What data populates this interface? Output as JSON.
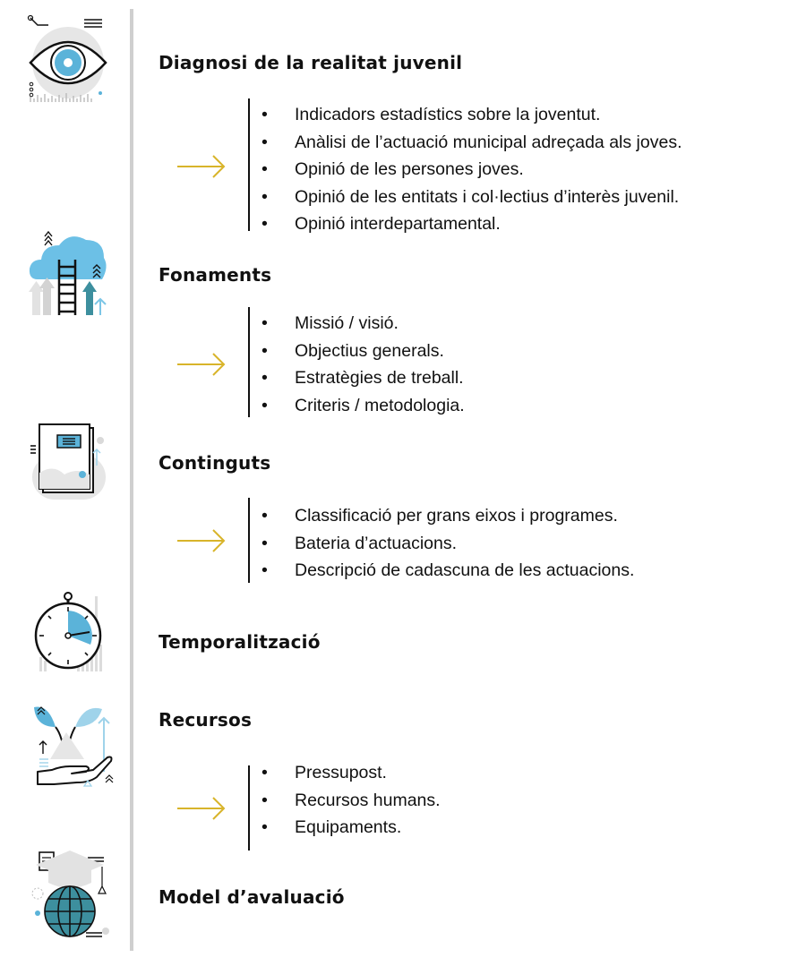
{
  "sections": [
    {
      "title": "Diagnosi de la realitat juvenil",
      "items": [
        "Indicadors estadístics sobre la joventut.",
        "Anàlisi de l’actuació municipal adreçada als joves.",
        "Opinió de les persones joves.",
        "Opinió de les entitats i col·lectius d’interès juvenil.",
        "Opinió interdepartamental."
      ]
    },
    {
      "title": "Fonaments",
      "items": [
        "Missió / visió.",
        "Objectius generals.",
        "Estratègies de treball.",
        "Criteris / metodologia."
      ]
    },
    {
      "title": "Continguts",
      "items": [
        "Classificació per grans eixos i programes.",
        "Bateria d’actuacions.",
        "Descripció de cadascuna de les actuacions."
      ]
    },
    {
      "title": "Temporalització",
      "items": []
    },
    {
      "title": "Recursos",
      "items": [
        "Pressupost.",
        "Recursos humans.",
        "Equipaments."
      ]
    },
    {
      "title": "Model d’avaluació",
      "items": []
    }
  ],
  "colors": {
    "accent_blue": "#5bb3d9",
    "arrow_gold": "#d8b42a",
    "divider": "#cfcfcf"
  },
  "icons": [
    "eye-icon",
    "cloud-ladder-icon",
    "book-icon",
    "stopwatch-icon",
    "hand-plant-icon",
    "globe-graduation-icon"
  ]
}
